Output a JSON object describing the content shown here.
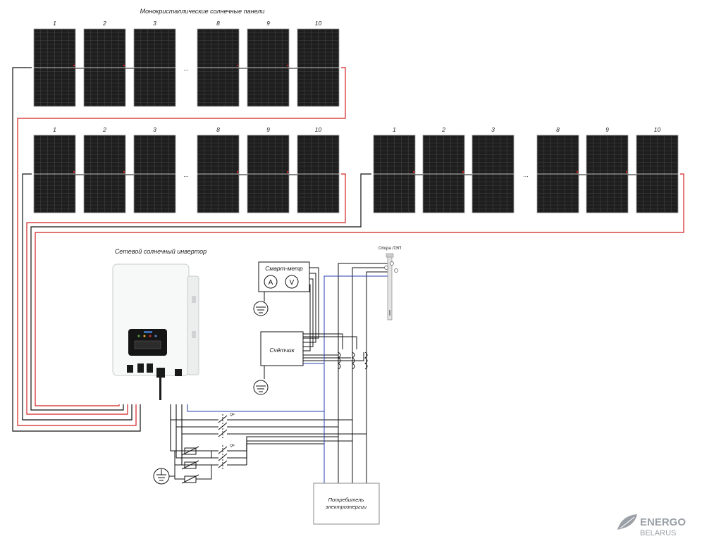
{
  "title": "Монокристаллические солнечные панели",
  "strings": [
    {
      "labels": [
        "1",
        "2",
        "3",
        "8",
        "9",
        "10"
      ]
    },
    {
      "labels": [
        "1",
        "2",
        "3",
        "8",
        "9",
        "10"
      ]
    },
    {
      "labels": [
        "1",
        "2",
        "3",
        "8",
        "9",
        "10"
      ]
    }
  ],
  "ellipsis": "...",
  "inverter": {
    "label": "Сетевой солнечный инвертор"
  },
  "smart_meter": {
    "label": "Смарт-метр",
    "ammeter": "A",
    "voltmeter": "V"
  },
  "counter": {
    "label": "Счётчик"
  },
  "pole": {
    "label": "Опора ЛЭП"
  },
  "breakers": {
    "qf1": "QF",
    "qf2": "QF"
  },
  "consumer": {
    "line1": "Потребитель",
    "line2": "электроэнергии"
  },
  "logo": {
    "line1": "ENERGO",
    "line2": "BELARUS"
  },
  "colors": {
    "dc_positive": "#d42020",
    "neutral": "#2a3fb0",
    "wire": "#111111",
    "panel": "#1e1e1e",
    "logo": "#9aa0a6"
  }
}
